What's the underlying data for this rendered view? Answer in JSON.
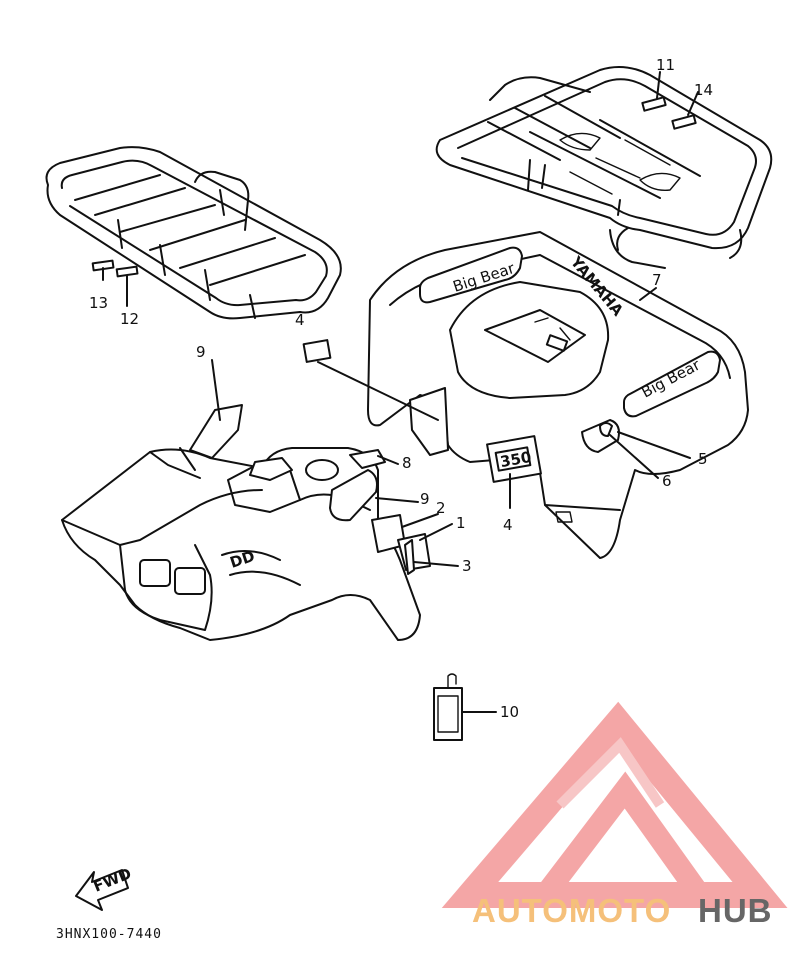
{
  "diagram_code": "3HNX100-7440",
  "fwd_label": "FWD",
  "watermark": {
    "part1": "AUTOMOTO",
    "part2": "HUB",
    "color_primary": "#f4a6a6",
    "color_secondary": "#f2c8c8",
    "color_light": "#f5c07a",
    "color_dark": "#666666"
  },
  "decal_text": {
    "yamaha": "YAMAHA",
    "engine_size": "350",
    "big_bear": "Big Bear"
  },
  "callouts": [
    "1",
    "2",
    "3",
    "4",
    "4",
    "5",
    "6",
    "7",
    "8",
    "9",
    "9",
    "10",
    "11",
    "12",
    "13",
    "14"
  ]
}
